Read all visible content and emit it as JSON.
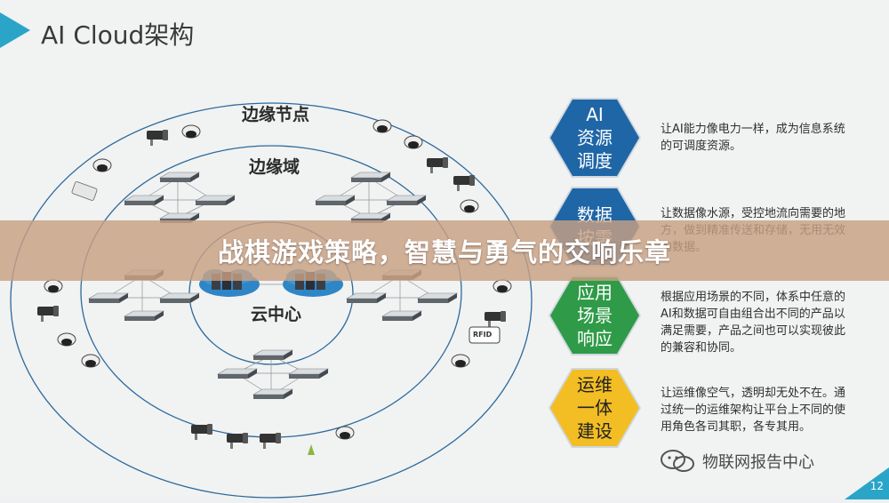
{
  "slide": {
    "title": "AI Cloud架构",
    "page_number": "12"
  },
  "diagram": {
    "edge_node_label": "边缘节点",
    "edge_domain_label": "边缘域",
    "cloud_center_label": "云中心",
    "rfid_tag": "RFID"
  },
  "features": [
    {
      "name": "AI\n资源\n调度",
      "description": "让AI能力像电力一样，成为信息系统的可调度资源。",
      "color": "#1f66a6"
    },
    {
      "name": "数据\n按需",
      "description": "让数据像水源，受控地流向需要的地方，做到精准传送和存储，无用无效的数据。",
      "color": "#1f66a6"
    },
    {
      "name": "应用\n场景\n响应",
      "description": "根据应用场景的不同，体系中任意的AI和数据可自由组合出不同的产品以满足需要，产品之间也可以实现彼此的兼容和协同。",
      "color": "#2f9b48"
    },
    {
      "name": "运维\n一体\n建设",
      "description": "让运维像空气，透明却无处不在。通过统一的运维架构让平台上不同的使用角色各司其职，各专其用。",
      "color": "#f3be23"
    }
  ],
  "overlay": {
    "banner_text": "战棋游戏策略，智慧与勇气的交响乐章",
    "watermark_text": "物联网报告中心"
  },
  "colors": {
    "accent": "#2aa5c8",
    "ring": "#2b6a9c"
  }
}
